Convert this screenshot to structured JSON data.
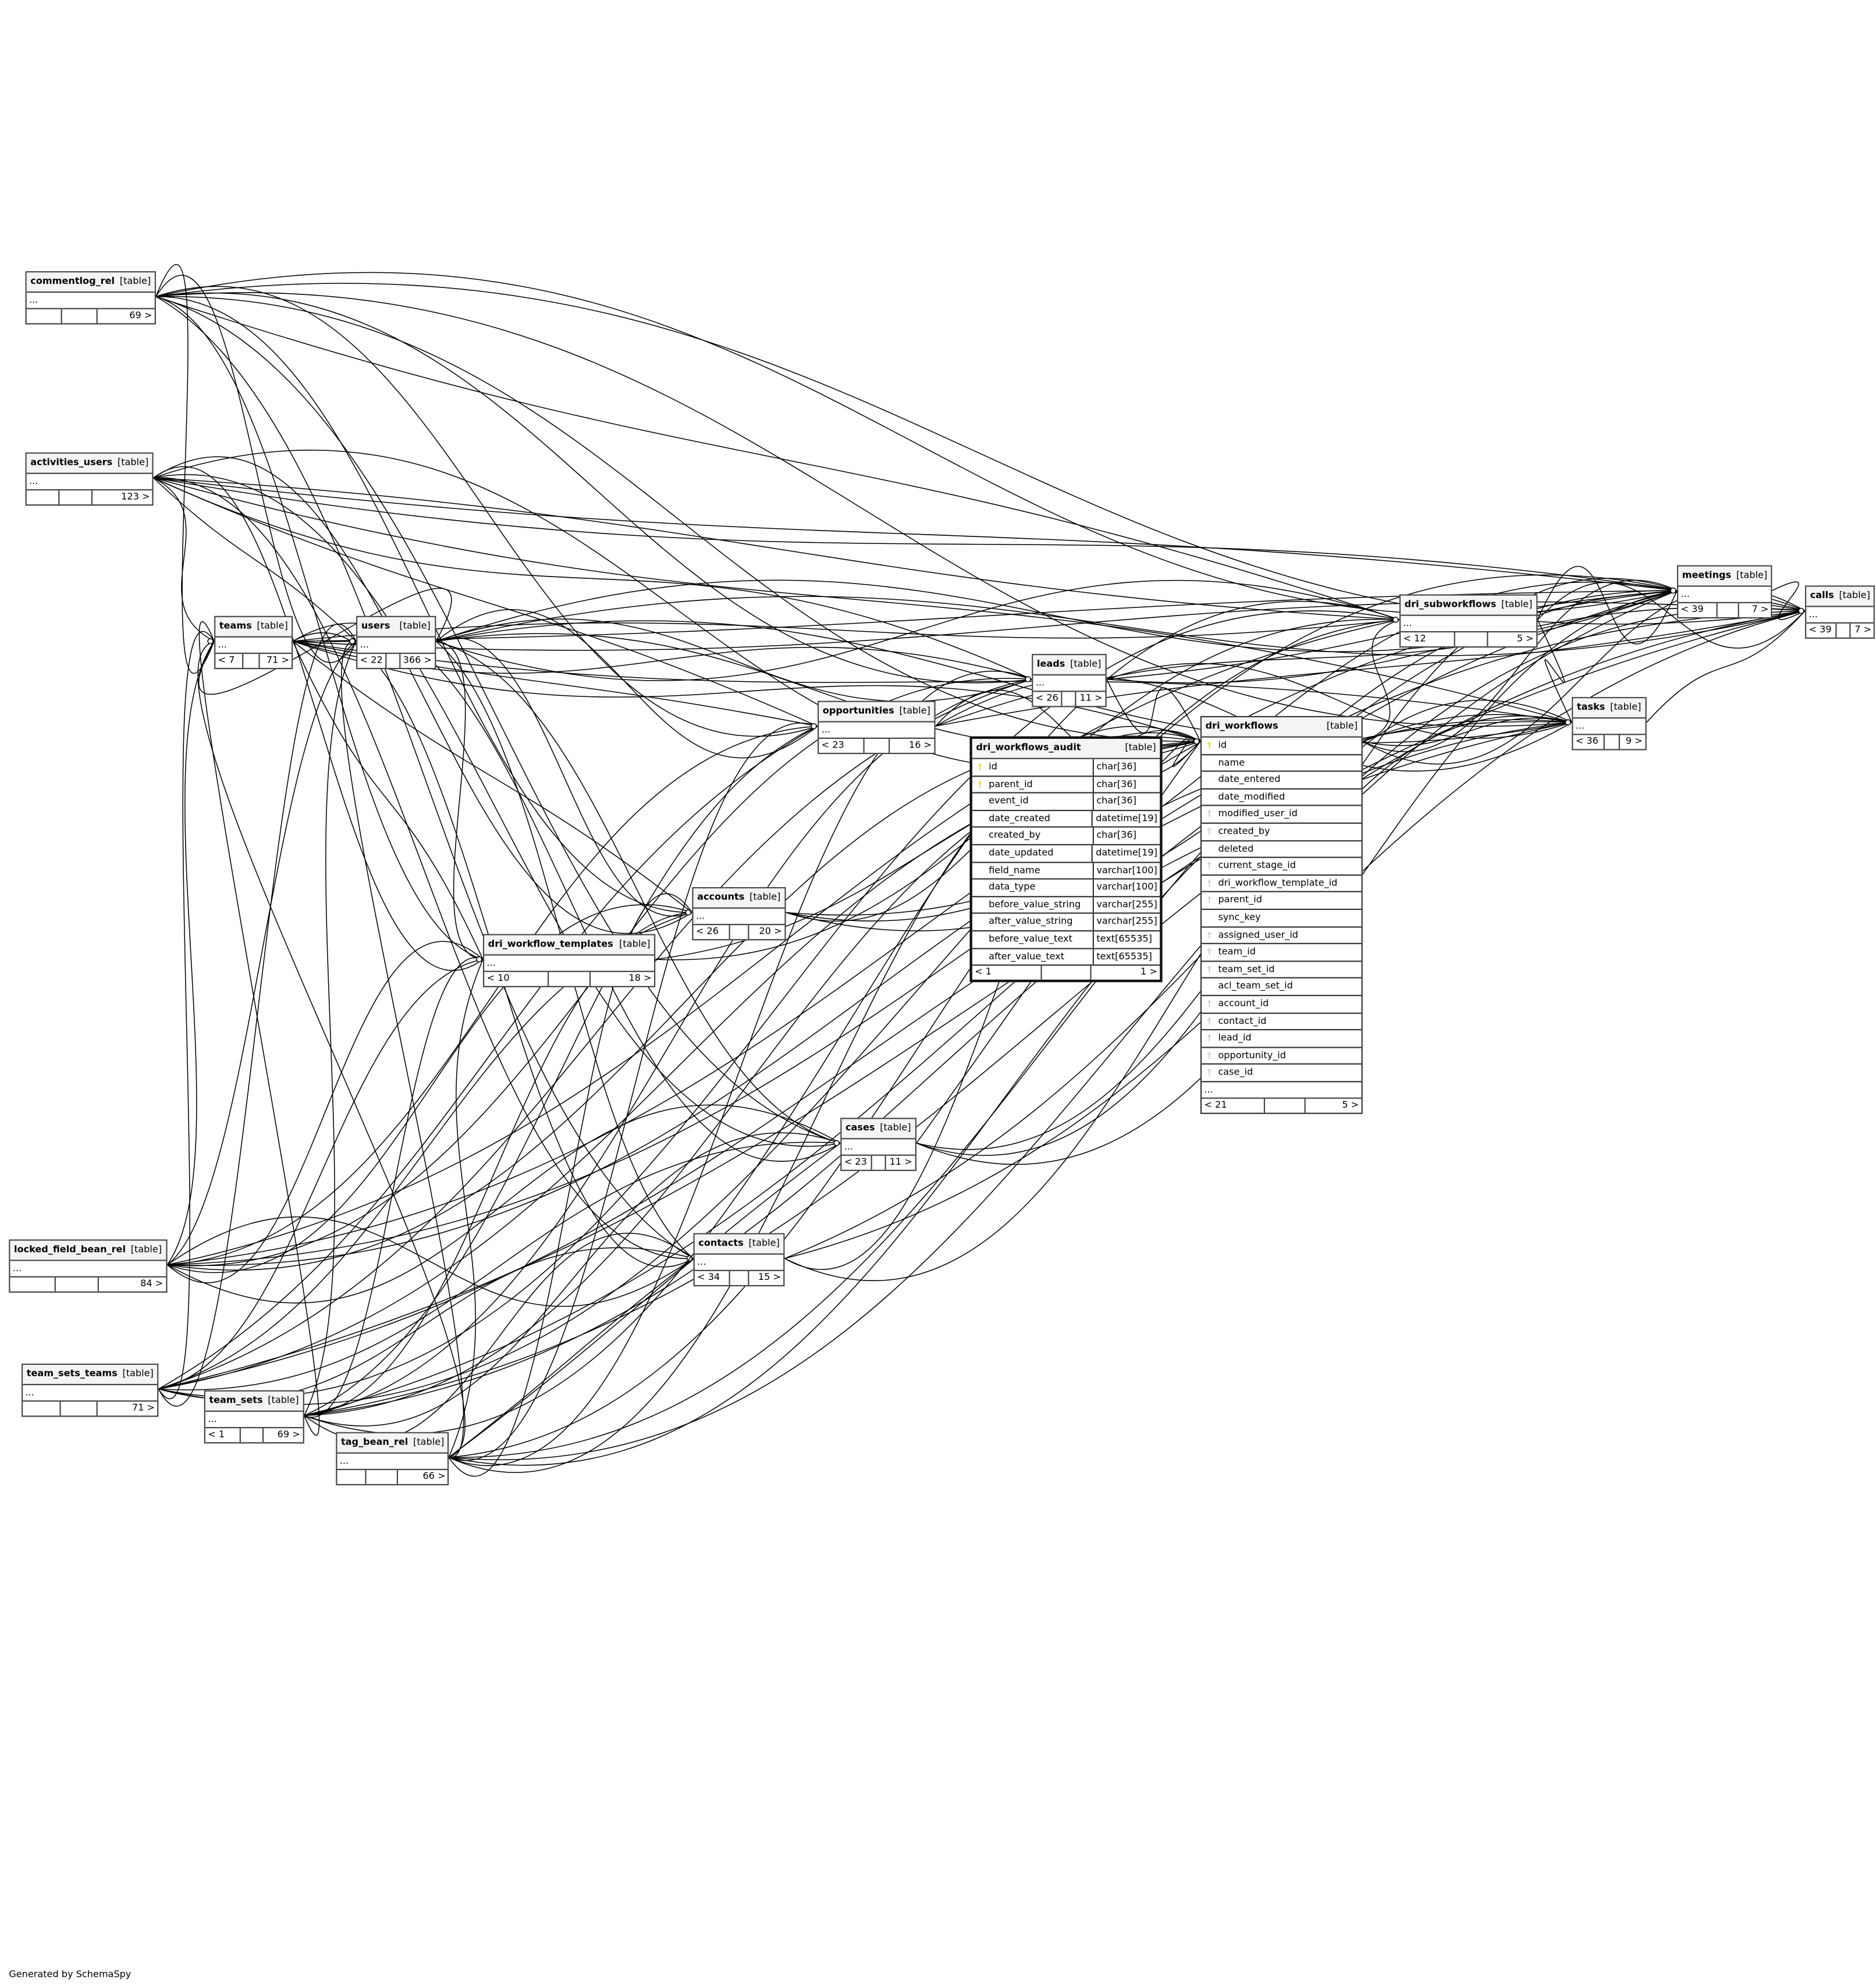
{
  "footer": "Generated by SchemaSpy",
  "tables": [
    {
      "id": "commentlog_rel",
      "name": "commentlog_rel",
      "type": "[table]",
      "parents": "",
      "children": "69 >"
    },
    {
      "id": "activities_users",
      "name": "activities_users",
      "type": "[table]",
      "parents": "",
      "children": "123 >"
    },
    {
      "id": "teams",
      "name": "teams",
      "type": "[table]",
      "parents": "< 7",
      "children": "71 >"
    },
    {
      "id": "users",
      "name": "users",
      "type": "[table]",
      "parents": "< 22",
      "children": "366 >"
    },
    {
      "id": "opportunities",
      "name": "opportunities",
      "type": "[table]",
      "parents": "< 23",
      "children": "16 >"
    },
    {
      "id": "leads",
      "name": "leads",
      "type": "[table]",
      "parents": "< 26",
      "children": "11 >"
    },
    {
      "id": "accounts",
      "name": "accounts",
      "type": "[table]",
      "parents": "< 26",
      "children": "20 >"
    },
    {
      "id": "dri_workflow_templates",
      "name": "dri_workflow_templates",
      "type": "[table]",
      "parents": "< 10",
      "children": "18 >"
    },
    {
      "id": "cases",
      "name": "cases",
      "type": "[table]",
      "parents": "< 23",
      "children": "11 >"
    },
    {
      "id": "contacts",
      "name": "contacts",
      "type": "[table]",
      "parents": "< 34",
      "children": "15 >"
    },
    {
      "id": "locked_field_bean_rel",
      "name": "locked_field_bean_rel",
      "type": "[table]",
      "parents": "",
      "children": "84 >"
    },
    {
      "id": "team_sets_teams",
      "name": "team_sets_teams",
      "type": "[table]",
      "parents": "",
      "children": "71 >"
    },
    {
      "id": "team_sets",
      "name": "team_sets",
      "type": "[table]",
      "parents": "< 1",
      "children": "69 >"
    },
    {
      "id": "tag_bean_rel",
      "name": "tag_bean_rel",
      "type": "[table]",
      "parents": "",
      "children": "66 >"
    },
    {
      "id": "dri_subworkflows",
      "name": "dri_subworkflows",
      "type": "[table]",
      "parents": "< 12",
      "children": "5 >"
    },
    {
      "id": "meetings",
      "name": "meetings",
      "type": "[table]",
      "parents": "< 39",
      "children": "7 >"
    },
    {
      "id": "calls",
      "name": "calls",
      "type": "[table]",
      "parents": "< 39",
      "children": "7 >"
    },
    {
      "id": "tasks",
      "name": "tasks",
      "type": "[table]",
      "parents": "< 36",
      "children": "9 >"
    },
    {
      "id": "dri_workflows_audit",
      "name": "dri_workflows_audit",
      "type": "[table]",
      "parents": "< 1",
      "children": "1 >",
      "style": "detail",
      "columns": [
        {
          "name": "id",
          "type": "char[36]",
          "key": "pk"
        },
        {
          "name": "parent_id",
          "type": "char[36]",
          "key": "pk"
        },
        {
          "name": "event_id",
          "type": "char[36]",
          "key": ""
        },
        {
          "name": "date_created",
          "type": "datetime[19]",
          "key": ""
        },
        {
          "name": "created_by",
          "type": "char[36]",
          "key": ""
        },
        {
          "name": "date_updated",
          "type": "datetime[19]",
          "key": ""
        },
        {
          "name": "field_name",
          "type": "varchar[100]",
          "key": ""
        },
        {
          "name": "data_type",
          "type": "varchar[100]",
          "key": ""
        },
        {
          "name": "before_value_string",
          "type": "varchar[255]",
          "key": ""
        },
        {
          "name": "after_value_string",
          "type": "varchar[255]",
          "key": ""
        },
        {
          "name": "before_value_text",
          "type": "text[65535]",
          "key": ""
        },
        {
          "name": "after_value_text",
          "type": "text[65535]",
          "key": ""
        }
      ]
    },
    {
      "id": "dri_workflows",
      "name": "dri_workflows",
      "type": "[table]",
      "parents": "< 21",
      "children": "5 >",
      "style": "detail2",
      "more": "...",
      "columns": [
        {
          "name": "id",
          "key": "pk"
        },
        {
          "name": "name",
          "key": ""
        },
        {
          "name": "date_entered",
          "key": ""
        },
        {
          "name": "date_modified",
          "key": ""
        },
        {
          "name": "modified_user_id",
          "key": "fk"
        },
        {
          "name": "created_by",
          "key": "fk"
        },
        {
          "name": "deleted",
          "key": ""
        },
        {
          "name": "current_stage_id",
          "key": "fk"
        },
        {
          "name": "dri_workflow_template_id",
          "key": "fk"
        },
        {
          "name": "parent_id",
          "key": "fk"
        },
        {
          "name": "sync_key",
          "key": ""
        },
        {
          "name": "assigned_user_id",
          "key": "fk"
        },
        {
          "name": "team_id",
          "key": "fk"
        },
        {
          "name": "team_set_id",
          "key": "fk"
        },
        {
          "name": "acl_team_set_id",
          "key": ""
        },
        {
          "name": "account_id",
          "key": "fk"
        },
        {
          "name": "contact_id",
          "key": "fk"
        },
        {
          "name": "lead_id",
          "key": "fk"
        },
        {
          "name": "opportunity_id",
          "key": "fk"
        },
        {
          "name": "case_id",
          "key": "fk"
        }
      ]
    }
  ],
  "summary_more": "..."
}
